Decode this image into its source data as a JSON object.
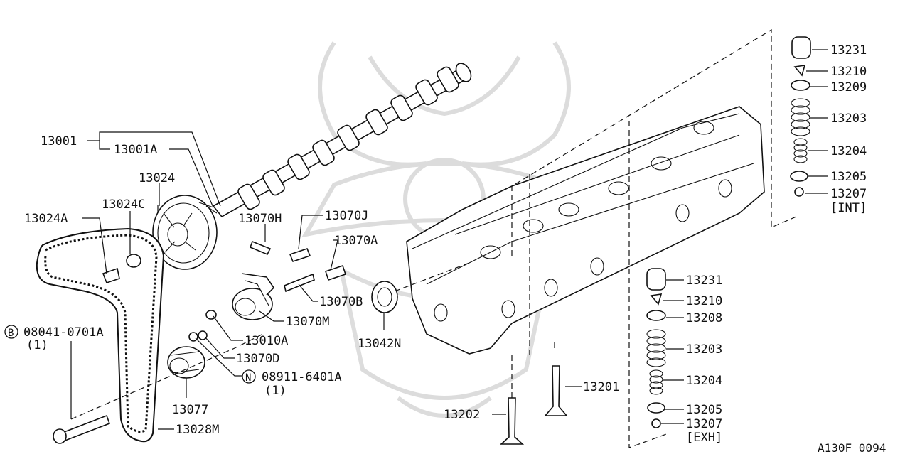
{
  "diagram": {
    "labels": {
      "p13001": "13001",
      "p13001A": "13001A",
      "p13024": "13024",
      "p13024C": "13024C",
      "p13024A": "13024A",
      "p13070H": "13070H",
      "p13070J": "13070J",
      "p13070A": "13070A",
      "p13070B": "13070B",
      "p13070M": "13070M",
      "p13010A": "13010A",
      "p13070D": "13070D",
      "p13042N": "13042N",
      "p08041": "08041-0701A",
      "p08041_qty": "(1)",
      "p08911": "08911-6401A",
      "p08911_qty": "(1)",
      "p13077": "13077",
      "p13028M": "13028M",
      "p13202": "13202",
      "p13201": "13201",
      "int13231": "13231",
      "int13210": "13210",
      "int13209": "13209",
      "int13203": "13203",
      "int13204": "13204",
      "int13205": "13205",
      "int13207": "13207",
      "int_tag": "[INT]",
      "exh13231": "13231",
      "exh13210": "13210",
      "exh13208": "13208",
      "exh13203": "13203",
      "exh13204": "13204",
      "exh13205": "13205",
      "exh13207": "13207",
      "exh_tag": "[EXH]",
      "bolt_symbol": "B",
      "nut_symbol": "N",
      "figure_code": "A130F 0094"
    },
    "watermark_icon": "samurai-helmet-watermark"
  }
}
